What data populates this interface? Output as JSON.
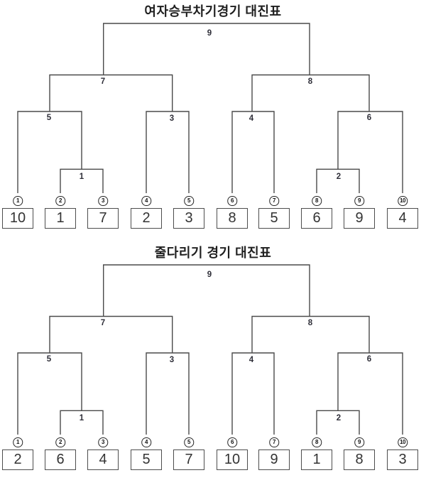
{
  "colors": {
    "line": "#4a4a4a",
    "box_border": "#4d4d4d",
    "text": "#333333"
  },
  "brackets": [
    {
      "id": "women-penalty-shootout",
      "title": "여자승부차기경기 대진표",
      "match_labels": {
        "m1": "1",
        "m2": "2",
        "m3": "3",
        "m4": "4",
        "m5": "5",
        "m6": "6",
        "m7": "7",
        "m8": "8",
        "m9": "9"
      },
      "seeds": [
        "1",
        "2",
        "3",
        "4",
        "5",
        "6",
        "7",
        "8",
        "9",
        "10"
      ],
      "entries": [
        "10",
        "1",
        "7",
        "2",
        "3",
        "8",
        "5",
        "6",
        "9",
        "4"
      ]
    },
    {
      "id": "tug-of-war",
      "title": "줄다리기 경기 대진표",
      "match_labels": {
        "m1": "1",
        "m2": "2",
        "m3": "3",
        "m4": "4",
        "m5": "5",
        "m6": "6",
        "m7": "7",
        "m8": "8",
        "m9": "9"
      },
      "seeds": [
        "1",
        "2",
        "3",
        "4",
        "5",
        "6",
        "7",
        "8",
        "9",
        "10"
      ],
      "entries": [
        "2",
        "6",
        "4",
        "5",
        "7",
        "10",
        "9",
        "1",
        "8",
        "3"
      ]
    }
  ]
}
